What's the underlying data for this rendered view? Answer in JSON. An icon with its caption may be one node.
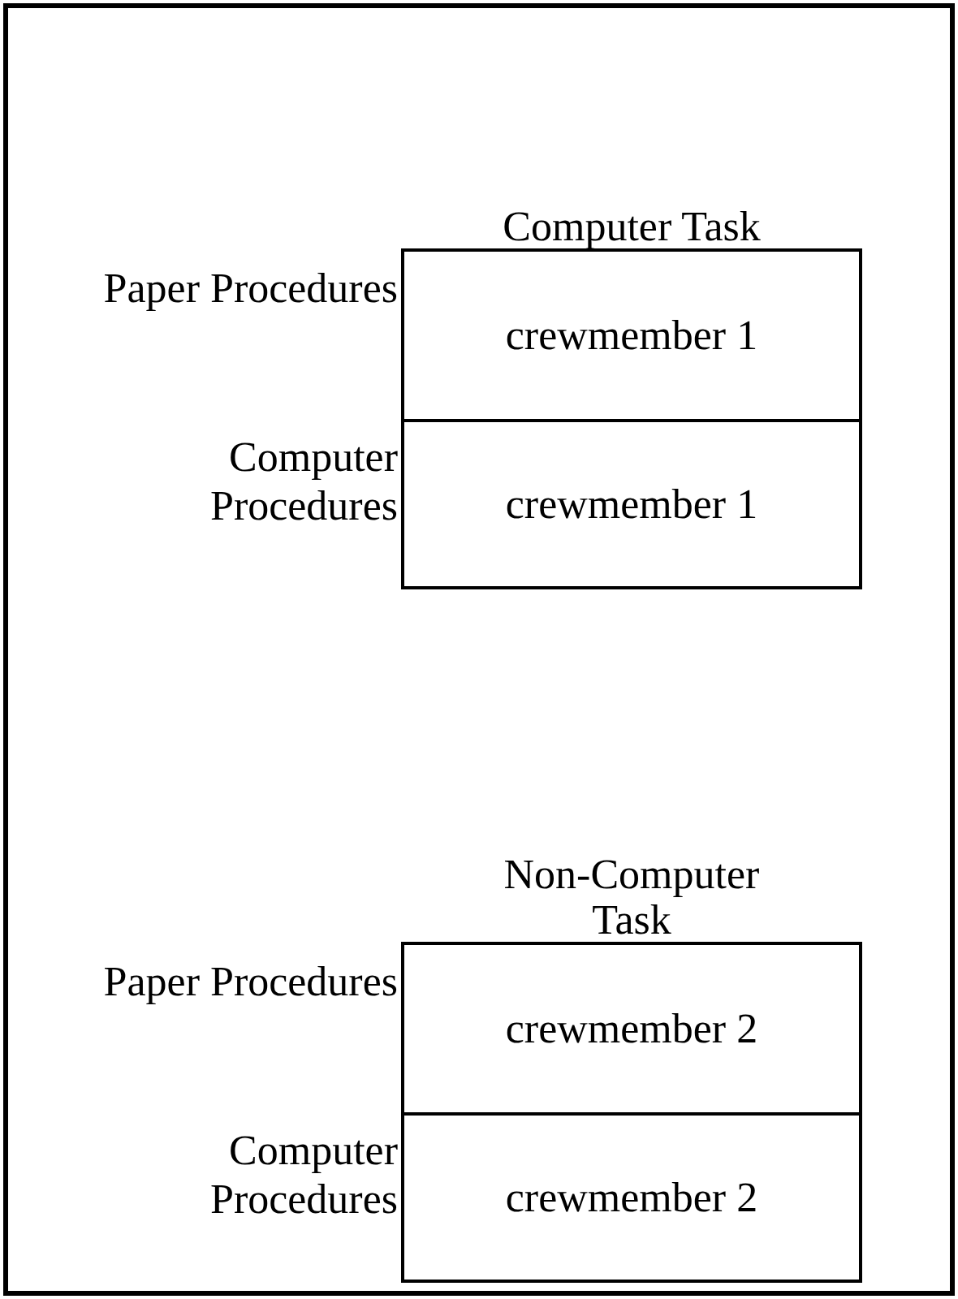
{
  "diagram": {
    "nodes": [
      {
        "text": [
          "Computer Task"
        ]
      },
      {
        "text": [
          "crewmember 1"
        ],
        "in": 0,
        "beside": [
          "Paper Procedures"
        ]
      },
      {
        "text": [
          "crewmember 1"
        ],
        "in": 0,
        "beside": [
          "Computer Procedures"
        ]
      },
      {
        "text": [
          "Non-Computer Task"
        ]
      },
      {
        "text": [
          "crewmember 2"
        ],
        "in": 3,
        "beside": [
          "Paper Procedures"
        ]
      },
      {
        "text": [
          "crewmember 2"
        ],
        "in": 3,
        "beside": [
          "Computer Procedures"
        ]
      }
    ]
  }
}
